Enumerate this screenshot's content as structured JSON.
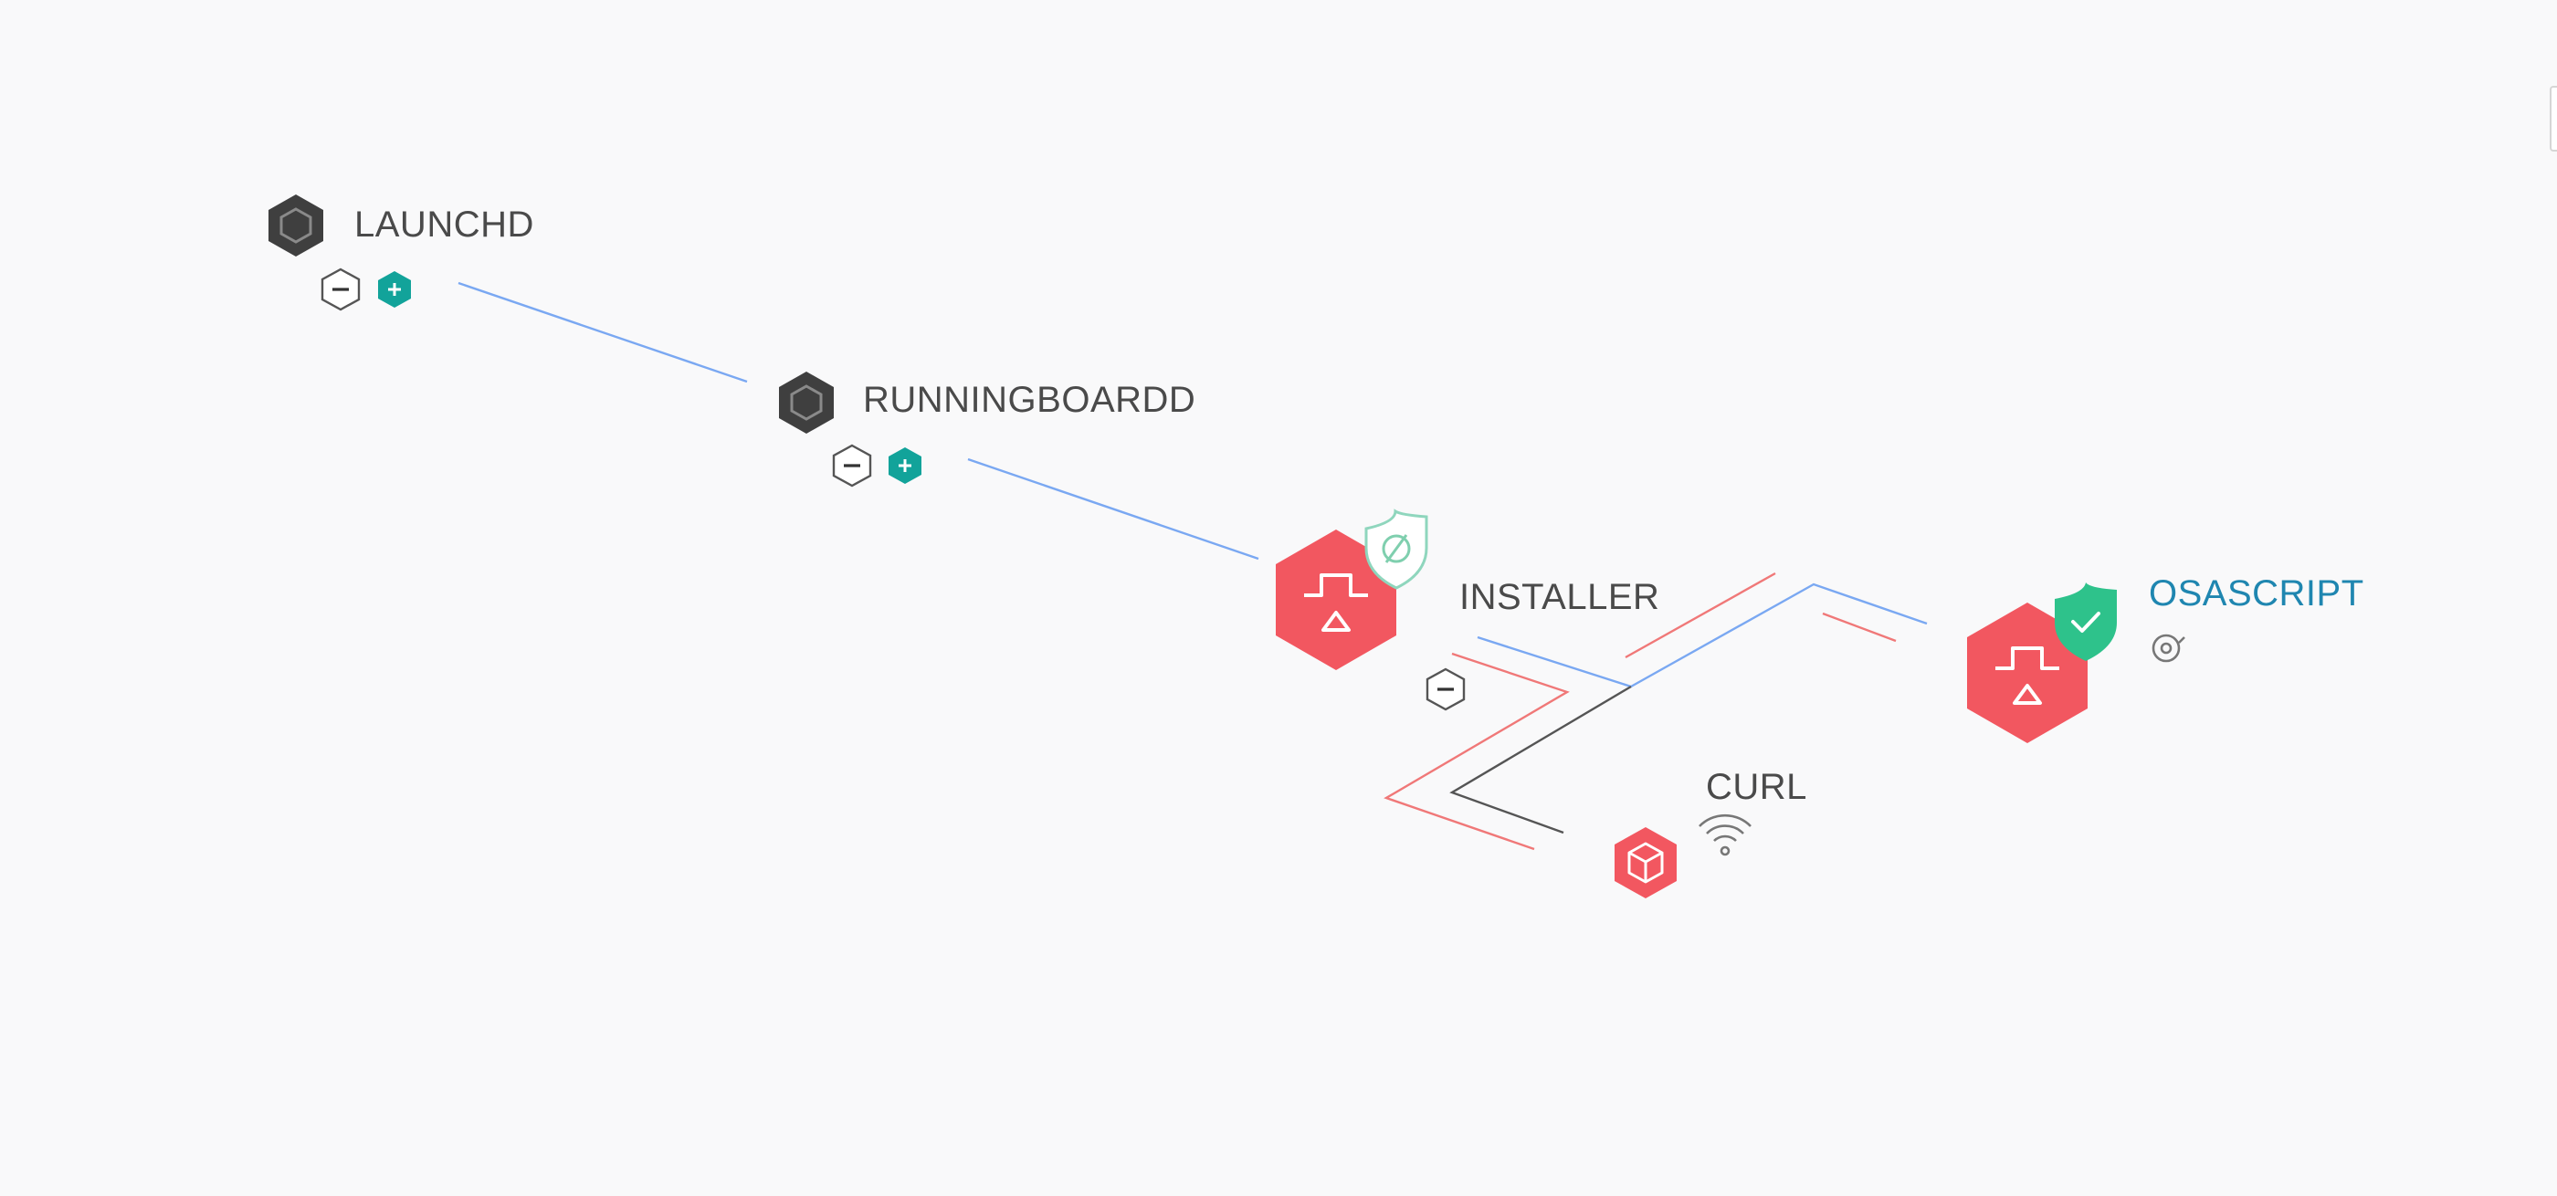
{
  "colors": {
    "background": "#f9f9fa",
    "process_dark": "#3f3f3f",
    "process_alert": "#f25760",
    "accent_teal": "#12a39a",
    "shield_green": "#2ec28b",
    "edge_blue": "#7aa8f2",
    "edge_red": "#f07878",
    "edge_gray": "#555555",
    "label_text": "#4a4a4a",
    "label_link": "#1f86b0"
  },
  "nodes": {
    "launchd": {
      "label": "LAUNCHD",
      "icon": "hexagon-process-icon",
      "controls": [
        "collapse-icon",
        "expand-plus-icon"
      ]
    },
    "runningboardd": {
      "label": "RUNNINGBOARDD",
      "icon": "hexagon-process-icon",
      "controls": [
        "collapse-icon",
        "expand-plus-icon"
      ]
    },
    "installer": {
      "label": "INSTALLER",
      "icon": "installer-alert-icon",
      "badge": "shield-disabled-icon",
      "controls": [
        "collapse-icon"
      ]
    },
    "osascript": {
      "label": "OSASCRIPT",
      "icon": "installer-alert-icon",
      "badge": "shield-check-icon",
      "controls": [
        "target-icon"
      ]
    },
    "curl": {
      "label": "CURL",
      "icon": "cube-alert-icon",
      "controls": [
        "wifi-icon"
      ]
    }
  }
}
